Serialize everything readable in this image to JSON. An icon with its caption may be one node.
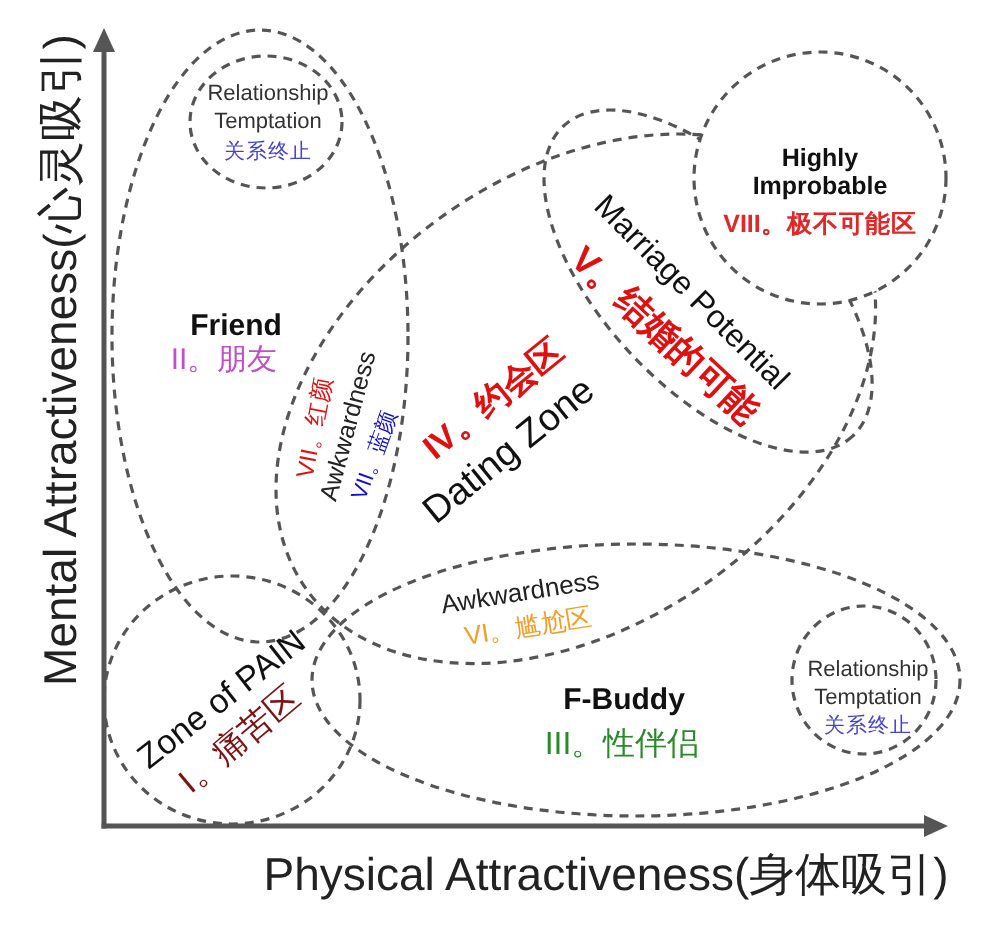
{
  "diagram": {
    "nodes": [
      {
        "text": [
          "Friend",
          "II。朋友"
        ]
      },
      {
        "text": [
          "Relationship Temptation",
          "关系终止"
        ],
        "in": 0
      },
      {
        "text": [
          "IV。约会区",
          "Dating Zone"
        ]
      },
      {
        "text": [
          "Marriage Potential",
          "V。结婚的可能"
        ]
      },
      {
        "text": [
          "Highly Improbable",
          "VIII。极不可能区"
        ]
      },
      {
        "text": [
          "Zone of PAIN",
          "I。痛苦区"
        ]
      },
      {
        "text": [
          "F-Buddy",
          "III。性伴侣"
        ]
      },
      {
        "text": [
          "Relationship Temptation",
          "关系终止"
        ],
        "in": 6
      }
    ],
    "labels": [
      "Mental Attractiveness(心灵吸引)",
      "VII。红颜",
      "Awkwardness",
      "VII。蓝颜",
      "Awkwardness",
      "VI。尴尬区",
      "Physical Attractiveness(身体吸引)"
    ]
  }
}
